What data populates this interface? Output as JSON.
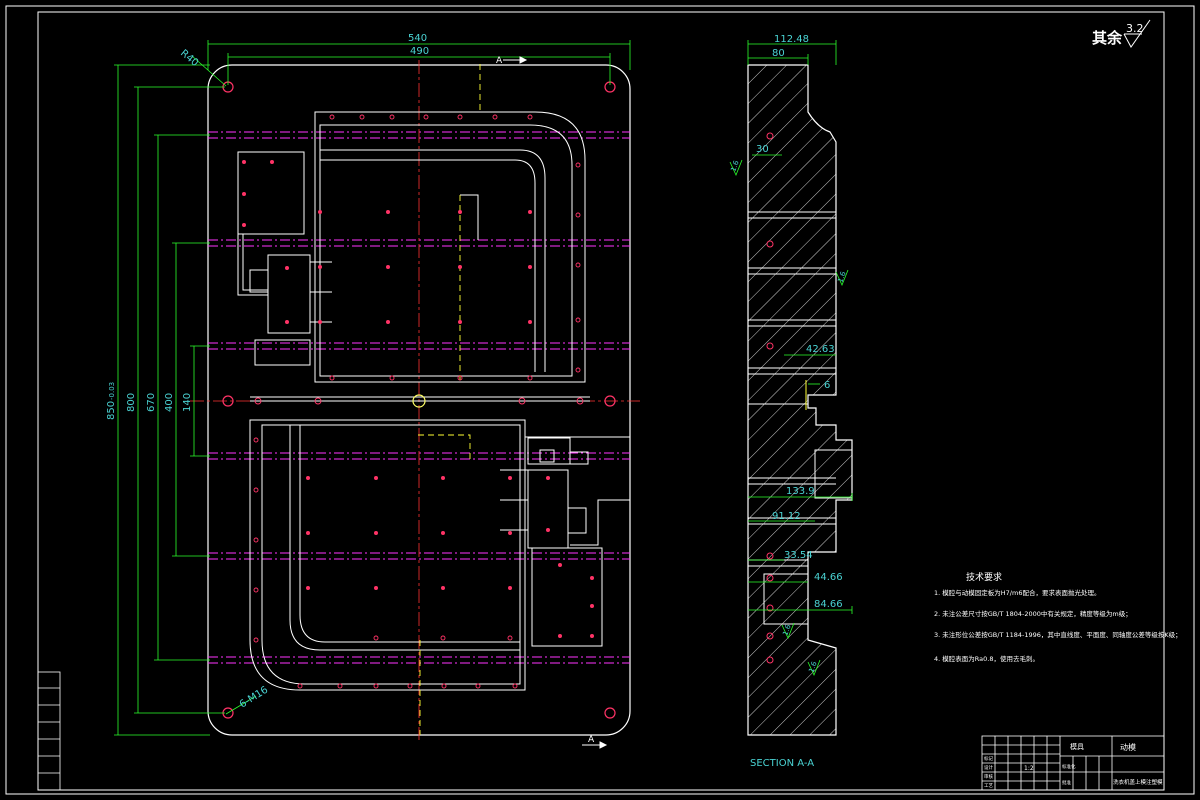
{
  "drawing": {
    "roughness_label": "其余",
    "roughness_value": "3.2",
    "section_label": "SECTION A-A",
    "section_marker": "A",
    "front_view": {
      "dim_overall_width": "540",
      "dim_hole_spacing": "490",
      "dim_radius": "R40",
      "dim_hole_callout": "6-M16",
      "dim_overall_height": "850",
      "dim_height_tol": "-0.03",
      "dim_800": "800",
      "dim_670": "670",
      "dim_400": "400",
      "dim_140": "140"
    },
    "section_view": {
      "dim_112": "112.48",
      "dim_80": "80",
      "dim_30": "30",
      "dim_42": "42.63",
      "dim_6": "6",
      "dim_133": "133.9",
      "dim_91": "91.12",
      "dim_33": "33.54",
      "dim_44": "44.66",
      "dim_84": "84.66",
      "roughness_marks": [
        "1.6",
        "1.6",
        "1.6",
        "1.6"
      ]
    },
    "tech_requirements": {
      "title": "技术要求",
      "items": [
        "1. 模腔与动模固定板为H7/m6配合，要求表面抛光处理。",
        "2. 未注公差尺寸按GB/T 1804-2000中有关规定，精度等级为m级；",
        "3. 未注形位公差按GB/T 1184-1996，其中直线度、平面度、同轴度公差等级按K级；",
        "4. 模腔表面为Ra0.8，使用去毛刺。"
      ]
    },
    "title_block": {
      "part_name": "动模",
      "material": "模具",
      "drawing_name": "洗衣机盖上模注塑模",
      "scale": "1:2"
    },
    "revision_block": [
      "标记",
      "设计",
      "审核",
      "工艺",
      "标准化",
      "批准"
    ]
  }
}
